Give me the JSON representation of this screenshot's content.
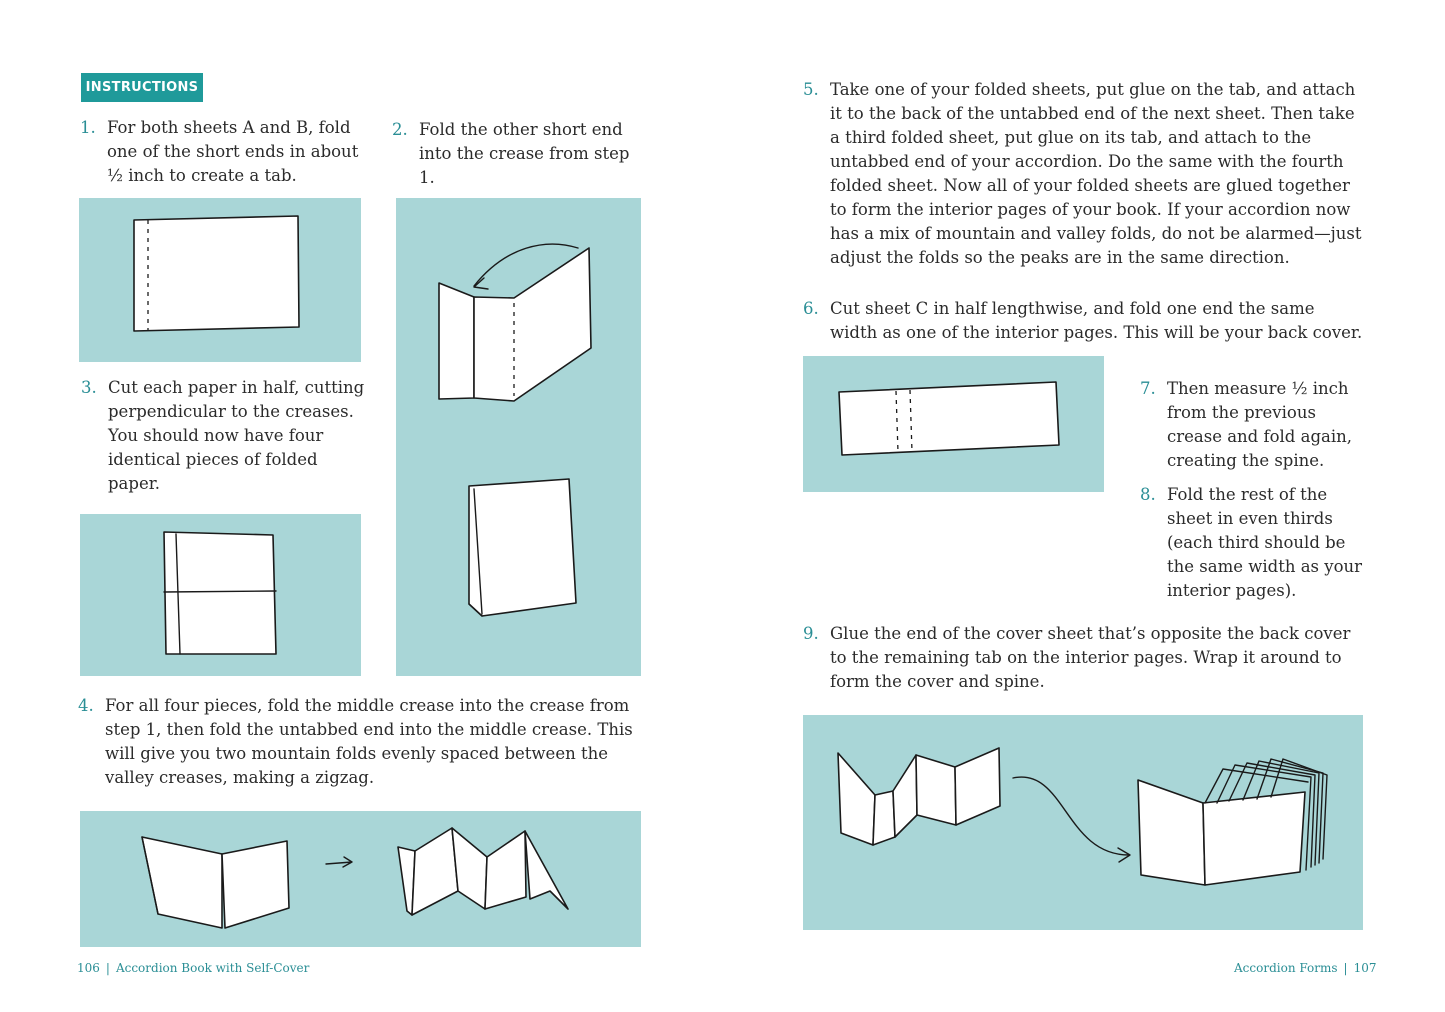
{
  "section_badge": "INSTRUCTIONS",
  "steps": [
    {
      "num": "1.",
      "text": "For both sheets A and B, fold one of the short ends in about ½ inch to create a tab."
    },
    {
      "num": "2.",
      "text": "Fold the other short end into the crease from step 1."
    },
    {
      "num": "3.",
      "text": "Cut each paper in half, cutting perpendicular to the creases. You should now have four identical pieces of folded paper."
    },
    {
      "num": "4.",
      "text": "For all four pieces, fold the middle crease into the crease from step 1, then fold the untabbed end into the middle crease. This will give you two mountain folds evenly spaced between the valley creases, making a zigzag."
    },
    {
      "num": "5.",
      "text": "Take one of your folded sheets, put glue on the tab, and attach it to the back of the untabbed end of the next sheet. Then take a third folded sheet, put glue on its tab, and attach to the untabbed end of your accordion. Do the same with the fourth folded sheet. Now all of your folded sheets are glued together to form the interior pages of your book. If your accordion now has a mix of mountain and valley folds, do not be alarmed—just adjust the folds so the peaks are in the same direction."
    },
    {
      "num": "6.",
      "text": "Cut sheet C in half lengthwise, and fold one end the same width as one of the interior pages. This will be your back cover."
    },
    {
      "num": "7.",
      "text": "Then measure ½ inch from the previous crease and fold again, creating the spine."
    },
    {
      "num": "8.",
      "text": "Fold the rest of the sheet in even thirds (each third should be the same width as your interior pages)."
    },
    {
      "num": "9.",
      "text": "Glue the end of the cover sheet that’s opposite the back cover to the remaining tab on the interior pages. Wrap it around to form the cover and spine."
    }
  ],
  "footer": {
    "left_page": "106",
    "left_title": "Accordion Book with Self-Cover",
    "right_title": "Accordion Forms",
    "right_page": "107"
  },
  "colors": {
    "accent": "#1f9a9a",
    "panel": "#a9d6d7",
    "number": "#2a8e95"
  }
}
